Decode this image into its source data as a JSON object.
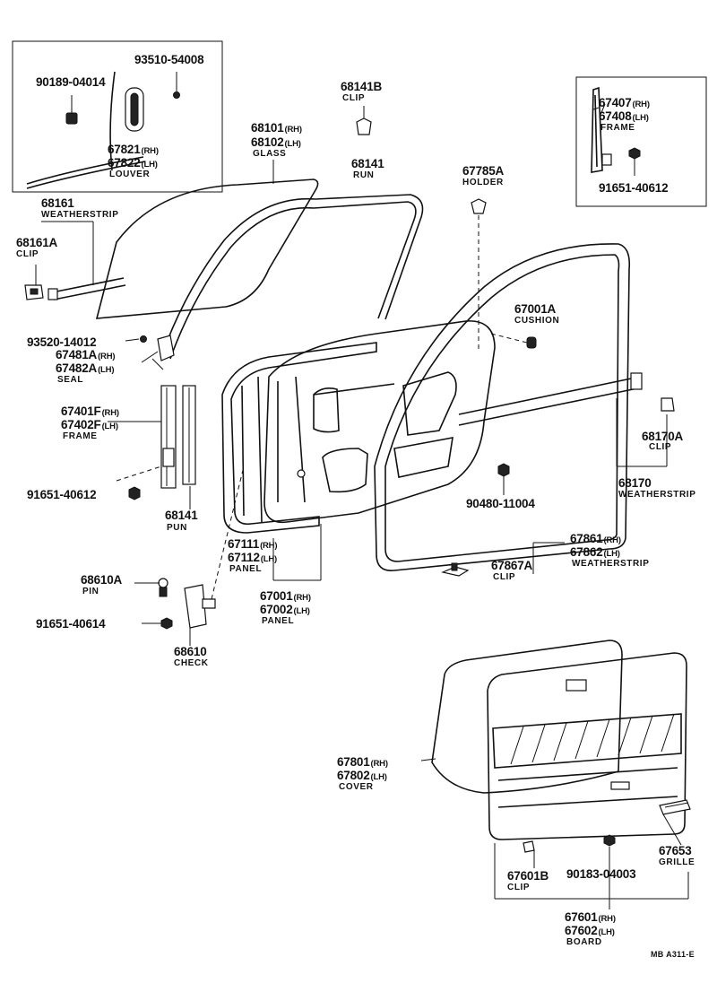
{
  "parts": {
    "p90189_04014": {
      "num": "90189-04014"
    },
    "p93510_54008": {
      "num": "93510-54008"
    },
    "p67821": {
      "num": "67821",
      "sfx": "(RH)"
    },
    "p67822": {
      "num": "67822",
      "sfx": "(LH)",
      "name": "LOUVER"
    },
    "p68141B": {
      "num": "68141B",
      "name": "CLIP"
    },
    "p68101": {
      "num": "68101",
      "sfx": "(RH)"
    },
    "p68102": {
      "num": "68102",
      "sfx": "(LH)",
      "name": "GLASS"
    },
    "p68141_run": {
      "num": "68141",
      "name": "RUN"
    },
    "p67785A": {
      "num": "67785A",
      "name": "HOLDER"
    },
    "p67407": {
      "num": "67407",
      "sfx": "(RH)"
    },
    "p67408": {
      "num": "67408",
      "sfx": "(LH)",
      "name": "FRAME"
    },
    "p91651_40612_top": {
      "num": "91651-40612"
    },
    "p68161": {
      "num": "68161",
      "name": "WEATHERSTRIP"
    },
    "p68161A": {
      "num": "68161A",
      "name": "CLIP"
    },
    "p67001A": {
      "num": "67001A",
      "name": "CUSHION"
    },
    "p93520_14012": {
      "num": "93520-14012"
    },
    "p67481A": {
      "num": "67481A",
      "sfx": "(RH)"
    },
    "p67482A": {
      "num": "67482A",
      "sfx": "(LH)",
      "name": "SEAL"
    },
    "p67401F": {
      "num": "67401F",
      "sfx": "(RH)"
    },
    "p67402F": {
      "num": "67402F",
      "sfx": "(LH)",
      "name": "FRAME"
    },
    "p68170A": {
      "num": "68170A",
      "name": "CLIP"
    },
    "p68170": {
      "num": "68170",
      "name": "WEATHERSTRIP"
    },
    "p91651_40612_left": {
      "num": "91651-40612"
    },
    "p90480_11004": {
      "num": "90480-11004"
    },
    "p68141_pun": {
      "num": "68141",
      "name": "PUN"
    },
    "p67111": {
      "num": "67111",
      "sfx": "(RH)"
    },
    "p67112": {
      "num": "67112",
      "sfx": "(LH)",
      "name": "PANEL"
    },
    "p67861": {
      "num": "67861",
      "sfx": "(RH)"
    },
    "p67862": {
      "num": "67862",
      "sfx": "(LH)",
      "name": "WEATHERSTRIP"
    },
    "p67867A": {
      "num": "67867A",
      "name": "CLIP"
    },
    "p68610A": {
      "num": "68610A",
      "name": "PIN"
    },
    "p67001": {
      "num": "67001",
      "sfx": "(RH)"
    },
    "p67002": {
      "num": "67002",
      "sfx": "(LH)",
      "name": "PANEL"
    },
    "p91651_40614": {
      "num": "91651-40614"
    },
    "p68610": {
      "num": "68610",
      "name": "CHECK"
    },
    "p67801": {
      "num": "67801",
      "sfx": "(RH)"
    },
    "p67802": {
      "num": "67802",
      "sfx": "(LH)",
      "name": "COVER"
    },
    "p67653": {
      "num": "67653",
      "name": "GRILLE"
    },
    "p67601B": {
      "num": "67601B",
      "name": "CLIP"
    },
    "p90183_04003": {
      "num": "90183-04003"
    },
    "p67601": {
      "num": "67601",
      "sfx": "(RH)"
    },
    "p67602": {
      "num": "67602",
      "sfx": "(LH)",
      "name": "BOARD"
    }
  },
  "footer": {
    "ref": "MB  A311-E"
  }
}
